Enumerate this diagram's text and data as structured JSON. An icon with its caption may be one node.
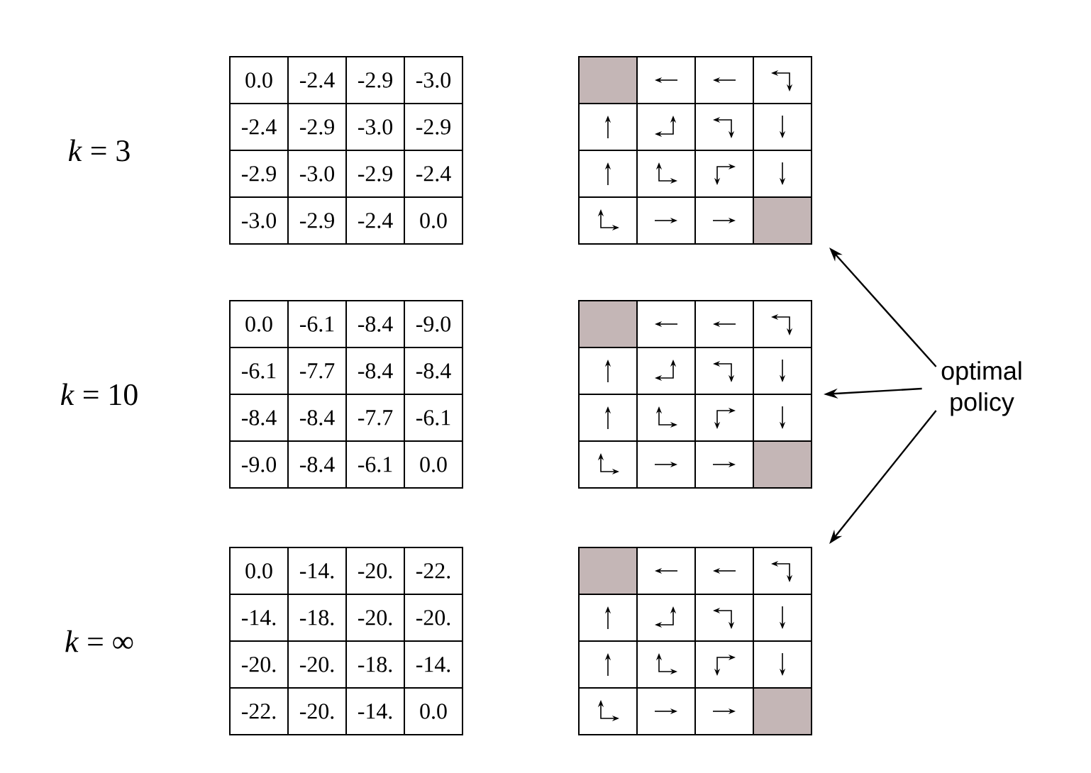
{
  "diagram": {
    "nodes": [
      {
        "text": [],
        "shape": "picture"
      },
      {
        "text": [],
        "shape": "picture"
      },
      {
        "text": [],
        "shape": "picture"
      },
      {
        "text": [
          "optimal policy"
        ]
      }
    ],
    "edges": [
      {
        "from": 3,
        "to": 0,
        "arrow": "to"
      },
      {
        "from": 3,
        "to": 1,
        "arrow": "to"
      },
      {
        "from": 3,
        "to": 2,
        "arrow": "to"
      }
    ],
    "labels": [
      "*k* = 3",
      "0.0",
      "-2.4",
      "-2.9",
      "-3.0",
      "-2.4",
      "-2.9",
      "-3.0",
      "-2.9",
      "-2.9",
      "-3.0",
      "-2.9",
      "-2.4",
      "-3.0",
      "-2.9",
      "-2.4",
      "0.0",
      "*k* = 10",
      "0.0",
      "-6.1",
      "-8.4",
      "-9.0",
      "-6.1",
      "-7.7",
      "-8.4",
      "-8.4",
      "-8.4",
      "-8.4",
      "-7.7",
      "-6.1",
      "-9.0",
      "-8.4",
      "-6.1",
      "0.0",
      "*k* = ∞",
      "0.0",
      "-14.",
      "-20.",
      "-22.",
      "-14.",
      "-18.",
      "-20.",
      "-20.",
      "-20.",
      "-20.",
      "-18.",
      "-14.",
      "-22.",
      "-20.",
      "-14.",
      "0.0"
    ]
  }
}
